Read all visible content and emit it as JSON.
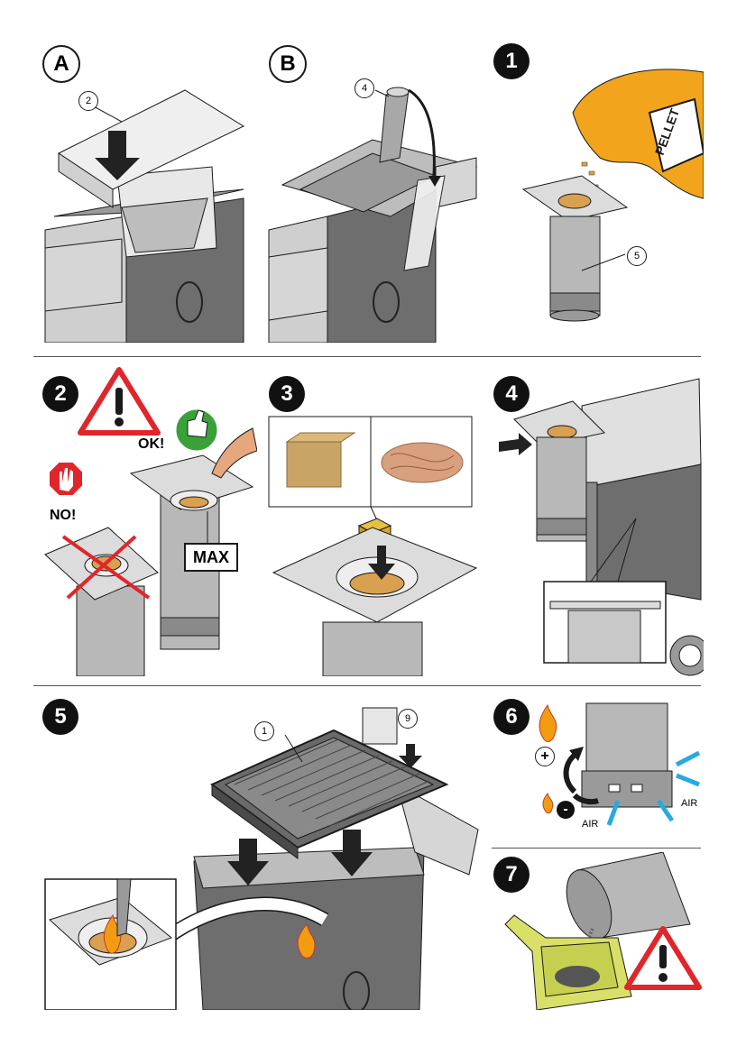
{
  "steps": {
    "a": "A",
    "b": "B",
    "s1": "1",
    "s2": "2",
    "s3": "3",
    "s4": "4",
    "s5": "5",
    "s6": "6",
    "s7": "7"
  },
  "callouts": {
    "c2": "2",
    "c4": "4",
    "c5": "5",
    "c1": "1",
    "c9": "9"
  },
  "labels": {
    "pellet": "PELLET",
    "ok": "OK!",
    "no": "NO!",
    "max": "MAX",
    "plus": "+",
    "minus": "-",
    "air": "AIR"
  },
  "colors": {
    "steel": "#c8c8c8",
    "dark_steel": "#6e6e6e",
    "outline": "#1a1a1a",
    "glove": "#f2a51c",
    "warning_red": "#e0262a",
    "ok_green": "#3aa03a",
    "air_blue": "#29a9e0",
    "flame_orange": "#f39c12",
    "scoop_yellow": "#d8e06a"
  }
}
